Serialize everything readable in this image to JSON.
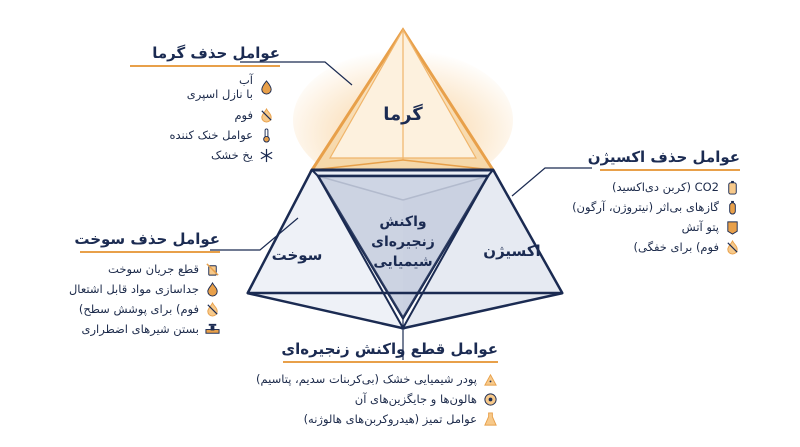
{
  "center_label": "واکنش زنجیره‌ای شیمیایی",
  "apexes": {
    "heat": "گرما",
    "fuel": "سوخت",
    "oxygen": "اکسیژن"
  },
  "colors": {
    "navy": "#1b2b52",
    "accent": "#e8a04a",
    "heat_glow": "#f7c98a"
  },
  "heat_panel": {
    "title": "عوامل حذف گرما",
    "items": [
      {
        "icon": "water-drop-icon",
        "line1": "آب",
        "line2": "با نازل اسپری"
      },
      {
        "icon": "foam-icon",
        "line1": "فوم"
      },
      {
        "icon": "thermometer-icon",
        "line1": "عوامل خنک کننده"
      },
      {
        "icon": "snowflake-icon",
        "line1": "یخ خشک"
      }
    ]
  },
  "oxygen_panel": {
    "title": "عوامل حذف اکسیژن",
    "items": [
      {
        "icon": "co2-cylinder-icon",
        "line1": "CO2 (کربن دی‌اکسید)"
      },
      {
        "icon": "gas-cylinder-icon",
        "line1": "گازهای بی‌اثر (نیتروژن، آرگون)"
      },
      {
        "icon": "fire-blanket-icon",
        "line1": "پتو آتش"
      },
      {
        "icon": "foam-icon",
        "line1": "فوم) برای خفگی)"
      }
    ]
  },
  "fuel_panel": {
    "title": "عوامل حذف سوخت",
    "items": [
      {
        "icon": "no-fuel-icon",
        "line1": "قطع جریان سوخت"
      },
      {
        "icon": "flame-icon",
        "line1": "جداسازی مواد قابل اشتعال"
      },
      {
        "icon": "foam-icon",
        "line1": "فوم) برای پوشش سطح)"
      },
      {
        "icon": "valve-icon",
        "line1": "بستن شیرهای اضطراری"
      }
    ]
  },
  "chain_panel": {
    "title": "عوامل قطع واکنش زنجیره‌ای",
    "items": [
      {
        "icon": "powder-icon",
        "line1": "پودر شیمیایی خشک (بی‌کربنات سدیم، پتاسیم)"
      },
      {
        "icon": "halon-icon",
        "line1": "هالون‌ها و جایگزین‌های آن"
      },
      {
        "icon": "clean-agent-icon",
        "line1": "عوامل تمیز (هیدروکربن‌های هالوژنه)"
      }
    ]
  }
}
